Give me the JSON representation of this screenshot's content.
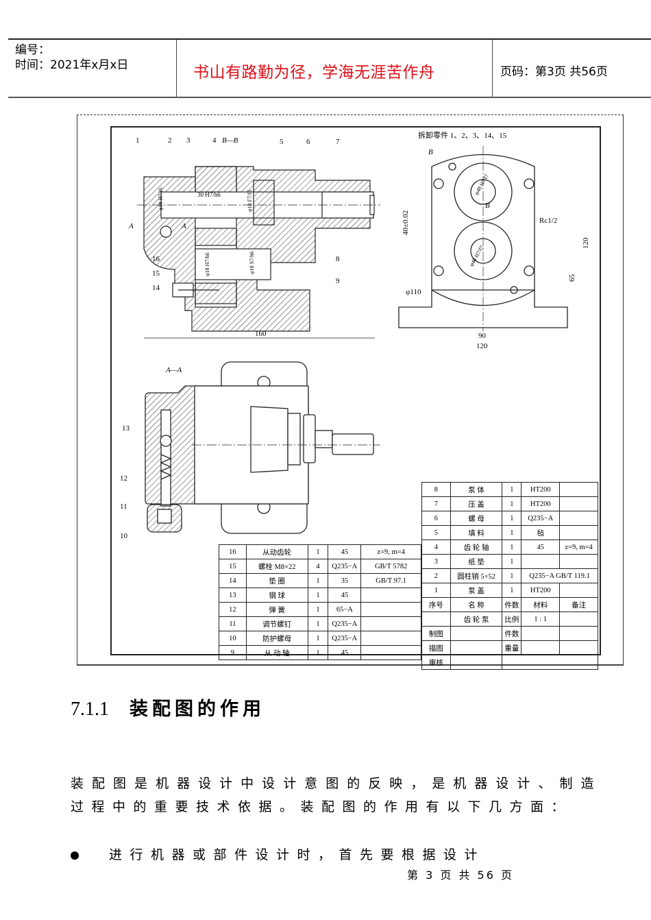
{
  "header": {
    "number_label": "编号：",
    "time_label": "时间：2021年x月x日",
    "motto": "书山有路勤为径，学海无涯苦作舟",
    "page_label": "页码：第3页  共56页",
    "motto_color": "#e0101a"
  },
  "drawing": {
    "note": "拆卸零件 1、2、3、14、15",
    "section_bb": "B—B",
    "section_aa": "A—A",
    "labels": [
      "1",
      "2",
      "3",
      "4",
      "5",
      "6",
      "7",
      "8",
      "9",
      "10",
      "11",
      "12",
      "13",
      "14",
      "15",
      "16"
    ],
    "dims": {
      "d160": "160",
      "d90": "90",
      "d120w": "120",
      "d120h": "120",
      "d65": "65",
      "d40": "40±0.02",
      "d110": "φ110",
      "rc": "Rc1/2",
      "fit1": "φ18 H7/f6",
      "fit2": "30 H7/h6",
      "fit3": "φ18 F7/f6",
      "fit4": "φ18 H7/h6",
      "fit5": "φ18 S7/h6",
      "fit6": "φ48 H7/f7",
      "fit7": "φ48 H7/f7",
      "a": "A",
      "b": "B"
    }
  },
  "bom_left": {
    "rows": [
      [
        "16",
        "从动齿轮",
        "1",
        "45",
        "z=9, m=4"
      ],
      [
        "15",
        "螺栓 M8×22",
        "4",
        "Q235−A",
        "GB/T 5782"
      ],
      [
        "14",
        "垫    圈",
        "1",
        "35",
        "GB/T 97.1"
      ],
      [
        "13",
        "钢    球",
        "1",
        "45",
        ""
      ],
      [
        "12",
        "弹    簧",
        "1",
        "65−A",
        ""
      ],
      [
        "11",
        "调节螺钉",
        "1",
        "Q235−A",
        ""
      ],
      [
        "10",
        "防护螺母",
        "1",
        "Q235−A",
        ""
      ],
      [
        "9",
        "从 动 轴",
        "1",
        "45",
        ""
      ]
    ]
  },
  "bom_right": {
    "rows": [
      [
        "8",
        "泵    体",
        "1",
        "HT200",
        ""
      ],
      [
        "7",
        "压    盖",
        "1",
        "HT200",
        ""
      ],
      [
        "6",
        "螺    母",
        "1",
        "Q235−A",
        ""
      ],
      [
        "5",
        "填    料",
        "1",
        "毡",
        ""
      ],
      [
        "4",
        "齿 轮 轴",
        "1",
        "45",
        "z=9, m=4"
      ],
      [
        "3",
        "纸    垫",
        "1",
        "",
        ""
      ],
      [
        "2",
        "圆柱销 5×52",
        "1",
        "Q235−A GB/T 119.1",
        ""
      ],
      [
        "1",
        "泵    盖",
        "1",
        "HT200",
        ""
      ]
    ],
    "header": [
      "序号",
      "名    称",
      "件数",
      "材料",
      "备注"
    ],
    "title_block": {
      "name": "齿 轮 泵",
      "scale_label": "比例",
      "scale": "1 : 1",
      "drawn": "制图",
      "count": "件数",
      "traced": "描图",
      "weight": "重量",
      "checked": "审核"
    }
  },
  "section": {
    "number": "7.1.1",
    "title": "装配图的作用"
  },
  "body": {
    "paragraph": "装配图是机器设计中设计意图的反映，是机器设计、制造过程中的重要技术依据。装配图的作用有以下几方面：",
    "bullet": "进行机器或部件设计时，首先要根据设计"
  },
  "footer": {
    "page": "第 3 页 共 56 页"
  }
}
